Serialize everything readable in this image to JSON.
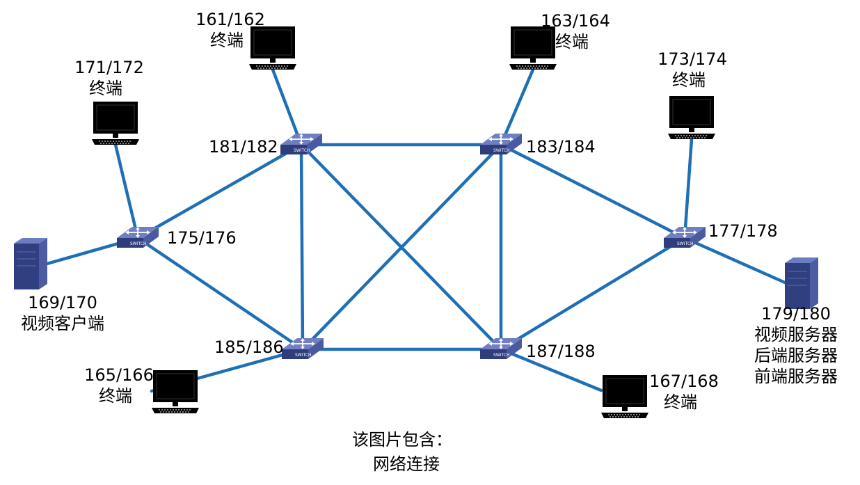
{
  "switches": [
    {
      "id": "s181",
      "label": "181/182"
    },
    {
      "id": "s183",
      "label": "183/184"
    },
    {
      "id": "s175",
      "label": "175/176"
    },
    {
      "id": "s177",
      "label": "177/178"
    },
    {
      "id": "s185",
      "label": "185/186"
    },
    {
      "id": "s187",
      "label": "187/188"
    }
  ],
  "switch_badge": "SWITCH",
  "terminals": [
    {
      "id": "t161",
      "num": "161/162",
      "name": "终端"
    },
    {
      "id": "t163",
      "num": "163/164",
      "name": "终端"
    },
    {
      "id": "t171",
      "num": "171/172",
      "name": "终端"
    },
    {
      "id": "t173",
      "num": "173/174",
      "name": "终端"
    },
    {
      "id": "t165",
      "num": "165/166",
      "name": "终端"
    },
    {
      "id": "t167",
      "num": "167/168",
      "name": "终端"
    }
  ],
  "client": {
    "num": "169/170",
    "name": "视频客户端"
  },
  "server": {
    "num": "179/180",
    "roles": [
      "视频服务器",
      "后端服务器",
      "前端服务器"
    ]
  },
  "caption": {
    "line1": "该图片包含：",
    "line2": "网络连接"
  },
  "colors": {
    "link": "#1f6fb5",
    "switch": "#3a4a8c",
    "server": "#3d4f91"
  },
  "links": [
    [
      "s181",
      "s183"
    ],
    [
      "s181",
      "s175"
    ],
    [
      "s181",
      "s185"
    ],
    [
      "s181",
      "s187"
    ],
    [
      "s183",
      "s177"
    ],
    [
      "s183",
      "s185"
    ],
    [
      "s183",
      "s187"
    ],
    [
      "s175",
      "s185"
    ],
    [
      "s177",
      "s187"
    ],
    [
      "s185",
      "s187"
    ],
    [
      "s175",
      "t171"
    ],
    [
      "s175",
      "client"
    ],
    [
      "s181",
      "t161"
    ],
    [
      "s183",
      "t163"
    ],
    [
      "s177",
      "t173"
    ],
    [
      "s177",
      "server"
    ],
    [
      "s185",
      "t165"
    ],
    [
      "s187",
      "t167"
    ]
  ]
}
